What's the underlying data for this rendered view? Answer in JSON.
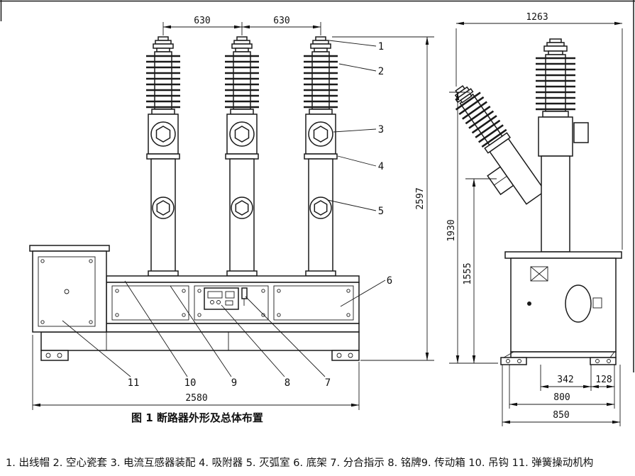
{
  "figure": {
    "caption": "图 1 断路器外形及总体布置",
    "legend": "1. 出线帽 2. 空心瓷套 3. 电流互感器装配 4. 吸附器 5. 灭弧室 6. 底架 7. 分合指示 8. 铭牌9. 传动箱 10. 吊钩 11. 弹簧操动机构"
  },
  "front_view": {
    "dims": {
      "phase_spacing_left": "630",
      "phase_spacing_right": "630",
      "overall_height": "2597",
      "overall_width": "2580"
    },
    "callouts": [
      "1",
      "2",
      "3",
      "4",
      "5",
      "6",
      "7",
      "8",
      "9",
      "10",
      "11"
    ]
  },
  "side_view": {
    "dims": {
      "overall_depth": "1263",
      "bushing_top_height": "1930",
      "ct_height": "1555",
      "foot_span": "342",
      "foot_edge": "128",
      "base_width": "800",
      "overall_base": "850"
    }
  }
}
